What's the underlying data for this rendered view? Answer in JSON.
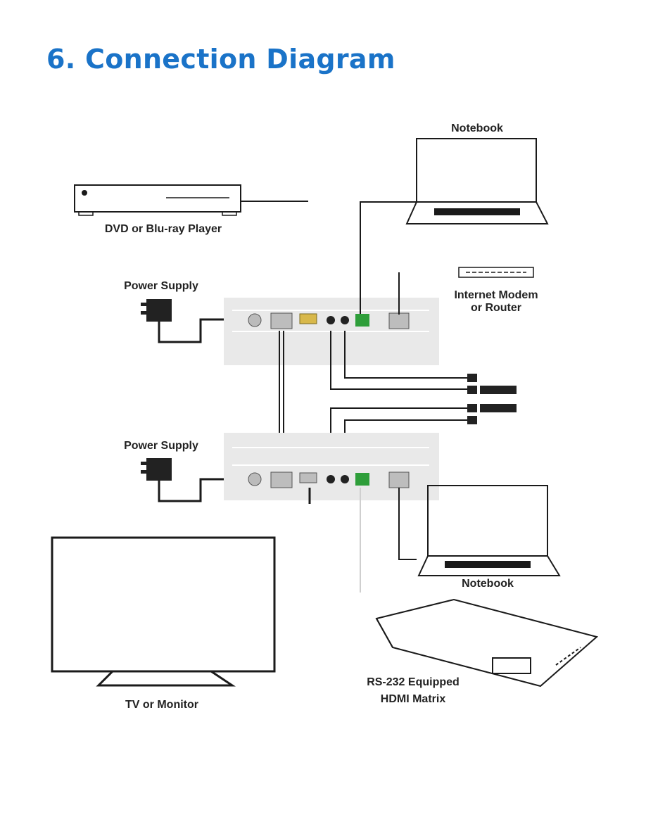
{
  "heading": "6. Connection Diagram",
  "colors": {
    "heading": "#1a73c8",
    "line": "#1a1a1a",
    "panel": "#e9e9e9",
    "rs232_terminal": "#2e9e3a",
    "hdmi_port": "#d8b84a"
  },
  "labels": {
    "notebook_top": "Notebook",
    "dvd_player": "DVD or Blu-ray Player",
    "power_supply_top": "Power Supply",
    "modem_line1": "Internet Modem",
    "modem_line2": "or Router",
    "power_supply_bottom": "Power Supply",
    "notebook_bottom": "Notebook",
    "tv": "TV or Monitor",
    "matrix_line1": "RS-232 Equipped",
    "matrix_line2": "HDMI Matrix"
  },
  "icons": [
    "laptop-icon",
    "dvd-player-icon",
    "power-adapter-icon",
    "router-icon",
    "tv-icon",
    "hdmi-matrix-icon",
    "audio-jack-icon"
  ]
}
